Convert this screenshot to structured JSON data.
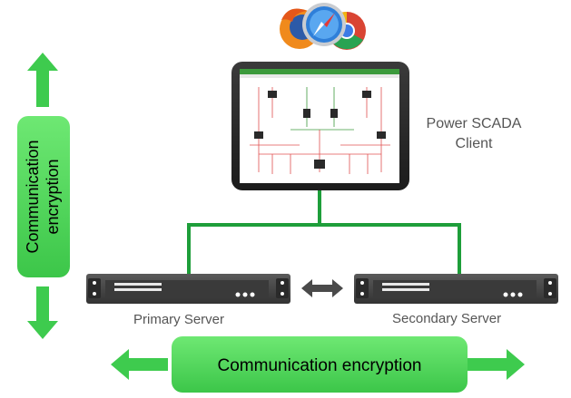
{
  "client": {
    "label_line1": "Power SCADA",
    "label_line2": "Client",
    "browsers": [
      "firefox-icon",
      "safari-icon",
      "chrome-icon"
    ],
    "tablet_screen": "one-line-diagram-screen"
  },
  "servers": {
    "primary_label": "Primary Server",
    "secondary_label": "Secondary Server"
  },
  "encryption": {
    "vertical_label_line1": "Communication",
    "vertical_label_line2": "encryption",
    "horizontal_label": "Communication encryption"
  },
  "colors": {
    "network_green": "#1e9e3a",
    "pill_fill": "#4fd45a",
    "arrow_green": "#3ecb4e",
    "server_body": "#4a4a4a",
    "label_gray": "#555555"
  }
}
